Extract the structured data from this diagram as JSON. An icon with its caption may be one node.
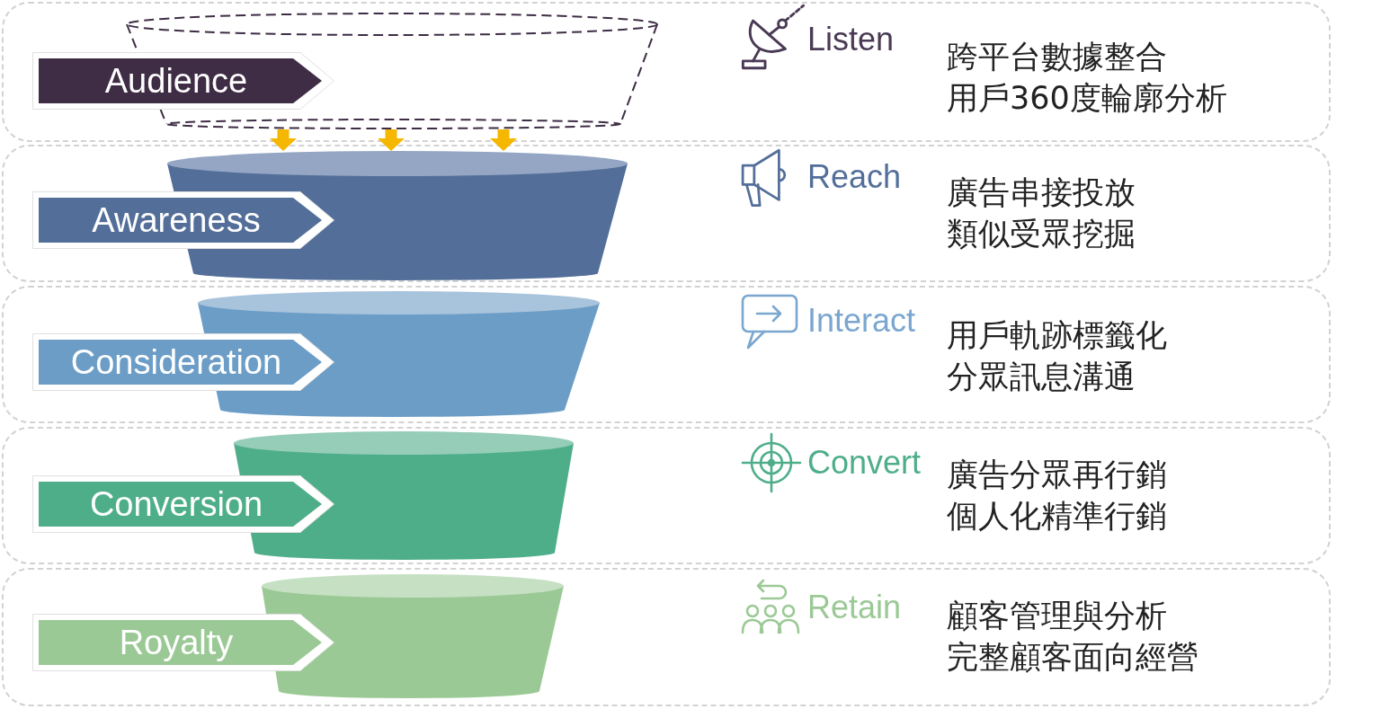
{
  "diagram": {
    "nodes": [
      {
        "text": [
          "Listen",
          "跨平台數據整合",
          "用戶360度輪廓分析"
        ]
      },
      {
        "text": [],
        "shape": "funnel",
        "in": 0
      },
      {
        "text": [
          "Audience"
        ],
        "in": 0
      },
      {
        "text": [
          "Reach",
          "廣告串接投放",
          "類似受眾挖掘"
        ]
      },
      {
        "text": [],
        "shape": "funnel",
        "in": 3
      },
      {
        "text": [
          "Awareness"
        ],
        "in": 3
      },
      {
        "text": [
          "Interact",
          "用戶軌跡標籤化",
          "分眾訊息溝通"
        ]
      },
      {
        "text": [],
        "shape": "funnel",
        "in": 6
      },
      {
        "text": [
          "Consideration"
        ],
        "in": 6
      },
      {
        "text": [
          "Convert",
          "廣告分眾再行銷",
          "個人化精準行銷"
        ]
      },
      {
        "text": [],
        "shape": "funnel",
        "in": 9
      },
      {
        "text": [
          "Conversion"
        ],
        "in": 9
      },
      {
        "text": [
          "Retain",
          "顧客管理與分析",
          "完整顧客面向經營"
        ]
      },
      {
        "text": [],
        "shape": "funnel",
        "in": 12
      },
      {
        "text": [
          "Royalty"
        ],
        "in": 12
      }
    ],
    "edges": [
      {
        "from": 1,
        "to": 4,
        "arrow": "to"
      },
      {
        "from": 1,
        "to": 4,
        "arrow": "to"
      },
      {
        "from": 1,
        "to": 4,
        "arrow": "to"
      }
    ]
  }
}
